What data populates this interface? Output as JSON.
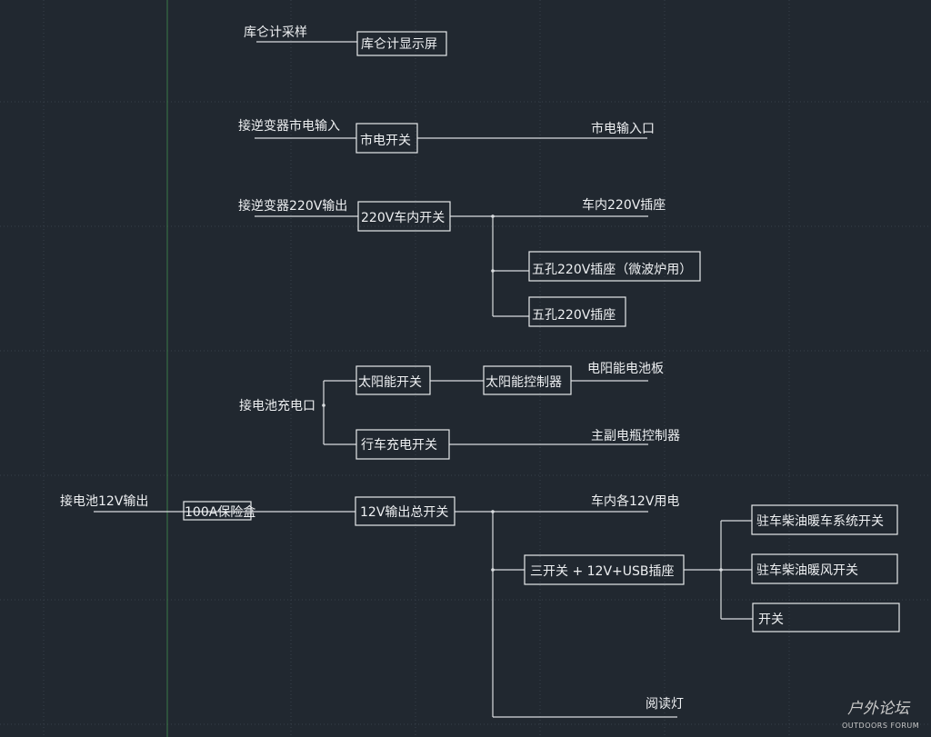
{
  "diagram": {
    "labels": {
      "battery_meter_sampling": "库仑计采样",
      "battery_meter_display": "库仑计显示屏",
      "inverter_mains_input": "接逆变器市电输入",
      "mains_switch": "市电开关",
      "mains_inlet": "市电输入口",
      "inverter_220v_output": "接逆变器220V输出",
      "switch_220v_interior": "220V车内开关",
      "socket_220v_interior": "车内220V插座",
      "socket_5hole_microwave": "五孔220V插座（微波炉用）",
      "socket_5hole": "五孔220V插座",
      "battery_charge_port": "接电池充电口",
      "solar_switch": "太阳能开关",
      "solar_controller": "太阳能控制器",
      "solar_panel": "电阳能电池板",
      "driving_charge_switch": "行车充电开关",
      "dual_battery_controller": "主副电瓶控制器",
      "battery_12v_output": "接电池12V输出",
      "fuse_box_100a": "100A保险盒",
      "main_switch_12v": "12V输出总开关",
      "interior_12v_loads": "车内各12V用电",
      "triple_switch_usb": "三开关 + 12V+USB插座",
      "heater_system_switch": "驻车柴油暖车系统开关",
      "heater_fan_switch": "驻车柴油暖风开关",
      "switch": "开关",
      "reading_lamp": "阅读灯"
    }
  },
  "watermark": {
    "logo_text": "户外论坛",
    "tagline": "OUTDOORS FORUM"
  },
  "colors": {
    "background": "#212830",
    "grid": "#37404a",
    "axis": "#3c7a47",
    "line": "#d9dcdf",
    "text": "#eef0f2"
  }
}
